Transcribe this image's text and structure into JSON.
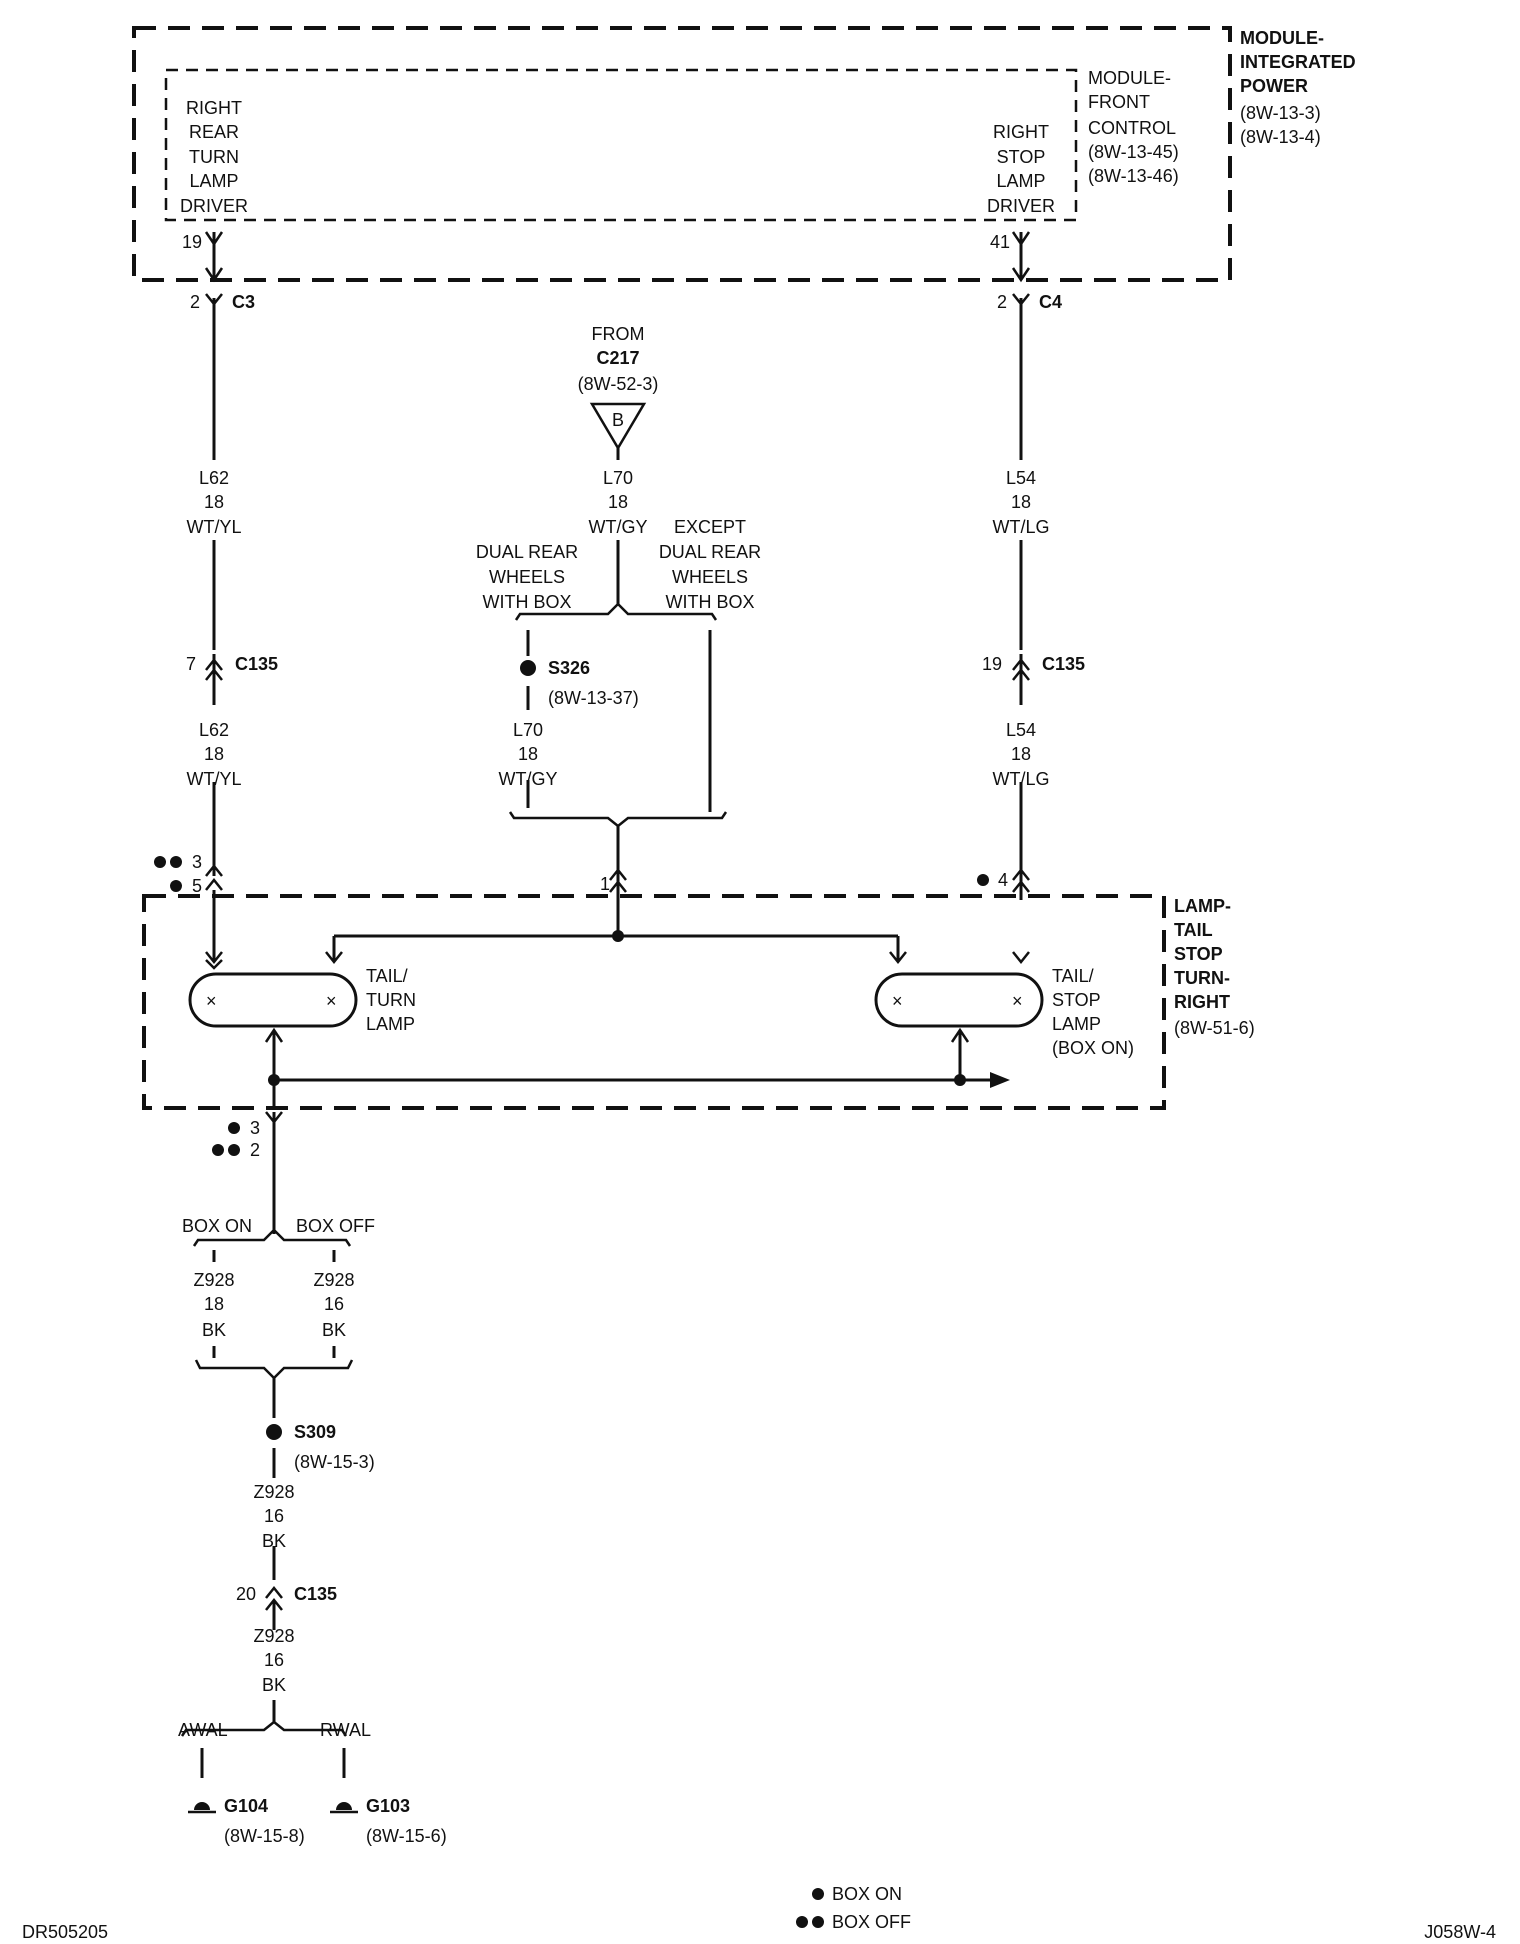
{
  "modules": {
    "ipm": {
      "title": [
        "MODULE-",
        "INTEGRATED",
        "POWER"
      ],
      "refs": [
        "(8W-13-3)",
        "(8W-13-4)"
      ]
    },
    "fcm": {
      "title": [
        "MODULE-",
        "FRONT",
        "CONTROL"
      ],
      "refs": [
        "(8W-13-45)",
        "(8W-13-46)"
      ]
    },
    "left_driver": [
      "RIGHT",
      "REAR",
      "TURN",
      "LAMP",
      "DRIVER"
    ],
    "right_driver": [
      "RIGHT",
      "STOP",
      "LAMP",
      "DRIVER"
    ]
  },
  "pins": {
    "left_module_pin": "19",
    "right_module_pin": "41",
    "c3_pin": "2",
    "c3": "C3",
    "c4_pin": "2",
    "c4": "C4"
  },
  "from_c217": {
    "from": "FROM",
    "connector": "C217",
    "ref": "(8W-52-3)",
    "tag": "B"
  },
  "wires": {
    "l62_top": [
      "L62",
      "18",
      "WT/YL"
    ],
    "l70_top": [
      "L70",
      "18",
      "WT/GY"
    ],
    "l54_top": [
      "L54",
      "18",
      "WT/LG"
    ],
    "l62_bottom": [
      "L62",
      "18",
      "WT/YL"
    ],
    "l70_bottom": [
      "L70",
      "18",
      "WT/GY"
    ],
    "l54_bottom": [
      "L54",
      "18",
      "WT/LG"
    ],
    "z928_box_on": [
      "Z928",
      "18",
      "BK"
    ],
    "z928_box_off": [
      "Z928",
      "16",
      "BK"
    ],
    "z928_mid": [
      "Z928",
      "16",
      "BK"
    ],
    "z928_low": [
      "Z928",
      "16",
      "BK"
    ]
  },
  "options": {
    "dual": [
      "DUAL REAR",
      "WHEELS",
      "WITH BOX"
    ],
    "except": [
      "EXCEPT",
      "DUAL REAR",
      "WHEELS",
      "WITH BOX"
    ],
    "box_on": "BOX ON",
    "box_off": "BOX OFF",
    "awal": "AWAL",
    "rwal": "RWAL"
  },
  "c135": {
    "left_pin": "7",
    "right_pin": "19",
    "ground_pin": "20",
    "name": "C135"
  },
  "splices": {
    "s326": {
      "name": "S326",
      "ref": "(8W-13-37)"
    },
    "s309": {
      "name": "S309",
      "ref": "(8W-15-3)"
    }
  },
  "lamp_pins": {
    "left_top_a": "3",
    "left_top_b": "5",
    "middle": "1",
    "right": "4",
    "ground_a": "3",
    "ground_b": "2"
  },
  "lamp_assembly": {
    "title": [
      "LAMP-",
      "TAIL",
      "STOP",
      "TURN-",
      "RIGHT"
    ],
    "ref": "(8W-51-6)",
    "tail_turn": [
      "TAIL/",
      "TURN",
      "LAMP"
    ],
    "tail_stop": [
      "TAIL/",
      "STOP",
      "LAMP",
      "(BOX ON)"
    ]
  },
  "grounds": {
    "g104": {
      "name": "G104",
      "ref": "(8W-15-8)"
    },
    "g103": {
      "name": "G103",
      "ref": "(8W-15-6)"
    }
  },
  "legend": {
    "box_on": "BOX ON",
    "box_off": "BOX OFF"
  },
  "footer": {
    "left_code": "DR505205",
    "right_code": "J058W-4"
  }
}
